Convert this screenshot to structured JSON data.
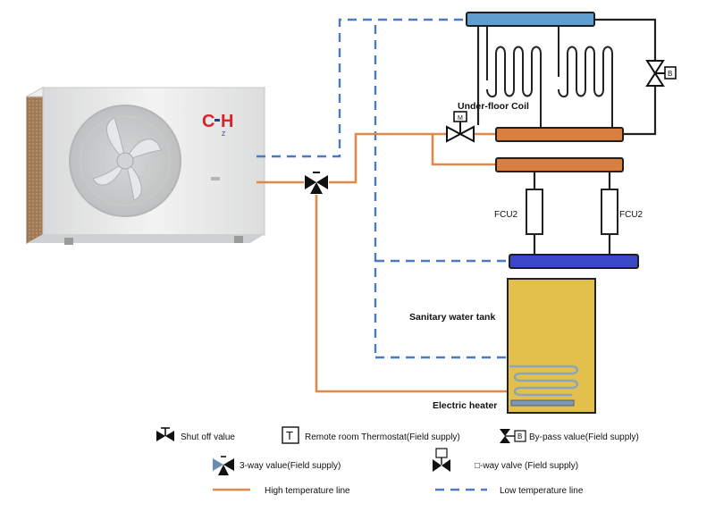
{
  "brand": {
    "logo_text": "C",
    "logo_text2": "H",
    "sub_logo": "Z"
  },
  "labels": {
    "underfloor_coil": "Under-floor Coil",
    "fcu_left": "FCU2",
    "fcu_right": "FCU2",
    "sanitary_tank": "Sanitary water tank",
    "electric_heater": "Electric heater"
  },
  "legend": {
    "shutoff": "Shut off value",
    "thermostat": "Remote room Thermostat(Field supply)",
    "thermostat_symbol": "T",
    "bypass": "By-pass value(Field supply)",
    "bypass_box": "B",
    "three_way": "3-way value(Field supply)",
    "two_way": "□-way valve (Field supply)",
    "high_line": "High temperature line",
    "low_line": "Low temperature line"
  },
  "colors": {
    "high_temp": "#e0894a",
    "low_temp": "#4a7bbf",
    "tank_fill": "#e3c04b",
    "top_exchanger": "#5f9fd0",
    "coil_bars": "#d98040",
    "blue_bar": "#3a48c8",
    "unit_body": "#e8e9ea",
    "unit_grille": "#a98360",
    "logo_red": "#d8232a",
    "logo_blue": "#2a3a8f"
  },
  "icons": {
    "fan": "fan-icon",
    "three_way_valve": "three-way-valve-icon",
    "bypass_valve": "bypass-valve-icon",
    "two_way_valve": "two-way-valve-icon",
    "shutoff_valve": "shutoff-valve-icon",
    "thermostat": "thermostat-icon"
  }
}
